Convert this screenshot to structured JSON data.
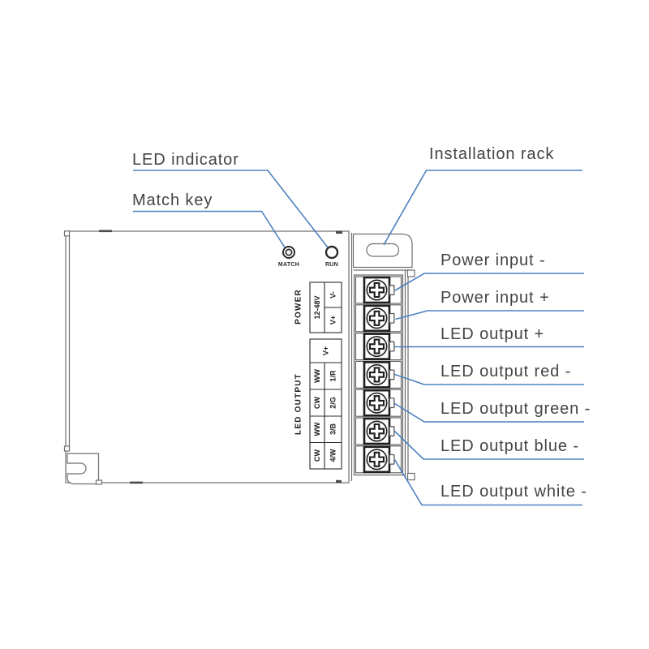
{
  "callouts": {
    "led_indicator": "LED indicator",
    "match_key": "Match key",
    "installation_rack": "Installation rack",
    "power_input_minus": "Power input -",
    "power_input_plus": "Power input +",
    "led_output_plus": "LED output +",
    "led_output_red": "LED output red -",
    "led_output_green": "LED output green -",
    "led_output_blue": "LED output blue -",
    "led_output_white": "LED output white -"
  },
  "device": {
    "match_button_label": "MATCH",
    "run_led_label": "RUN",
    "power_panel": {
      "title": "POWER",
      "voltage_range": "12-48V",
      "terminals": [
        "V-",
        "V+"
      ]
    },
    "led_output_panel": {
      "title": "LED OUTPUT",
      "common": "V+",
      "rows": [
        {
          "type": "WW",
          "channel": "1/R"
        },
        {
          "type": "CW",
          "channel": "2/G"
        },
        {
          "type": "WW",
          "channel": "3/B"
        },
        {
          "type": "CW",
          "channel": "4/W"
        }
      ]
    },
    "terminal_count": 7
  },
  "colors": {
    "leader_line": "#4d80c0",
    "callout_text": "#444444",
    "case_outline": "#6f6f6f",
    "detail_ink": "#1d1d1d"
  }
}
